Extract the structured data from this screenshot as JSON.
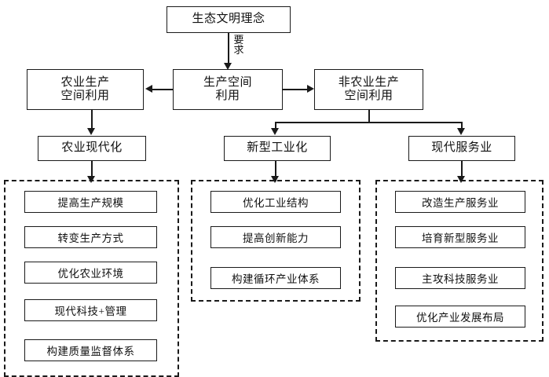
{
  "diagram": {
    "title_node": {
      "label": "生态文明理念"
    },
    "edge_labels": {
      "requirement": "要求",
      "requirement_c1": "要",
      "requirement_c2": "求"
    },
    "level2": {
      "center": {
        "line1": "生产空间",
        "line2": "利用"
      },
      "left": {
        "line1": "农业生产",
        "line2": "空间利用"
      },
      "right": {
        "line1": "非农业生产",
        "line2": "空间利用"
      }
    },
    "level3": {
      "left": {
        "label": "农业现代化"
      },
      "middle": {
        "label": "新型工业化"
      },
      "right": {
        "label": "现代服务业"
      }
    },
    "columns": [
      {
        "name": "agriculture-modernization-measures",
        "items": [
          {
            "label": "提高生产规模"
          },
          {
            "label": "转变生产方式"
          },
          {
            "label": "优化农业环境"
          },
          {
            "label": "现代科技+管理"
          },
          {
            "label": "构建质量监督体系"
          }
        ]
      },
      {
        "name": "new-industrialization-measures",
        "items": [
          {
            "label": "优化工业结构"
          },
          {
            "label": "提高创新能力"
          },
          {
            "label": "构建循环产业体系"
          }
        ]
      },
      {
        "name": "modern-service-industry-measures",
        "items": [
          {
            "label": "改造生产服务业"
          },
          {
            "label": "培育新型服务业"
          },
          {
            "label": "主攻科技服务业"
          },
          {
            "label": "优化产业发展布局"
          }
        ]
      }
    ],
    "colors": {
      "stroke": "#1a1a1a",
      "background": "#ffffff",
      "text": "#111111"
    }
  }
}
